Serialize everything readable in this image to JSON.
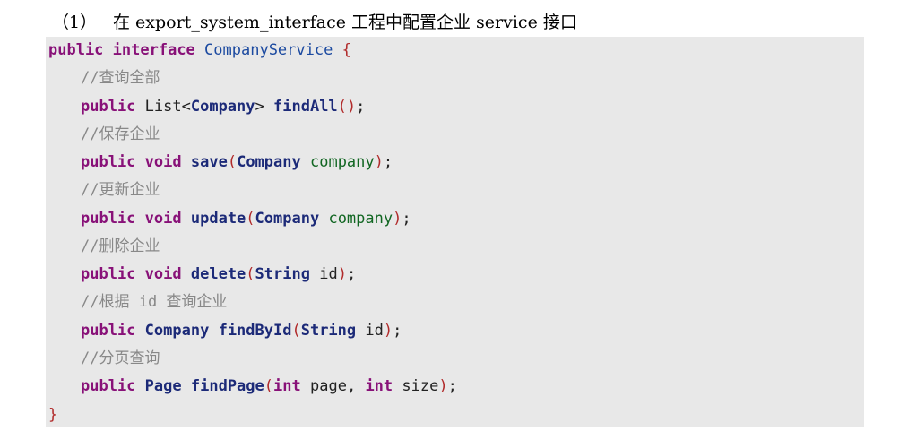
{
  "heading": {
    "number": "（1）",
    "text": "在 export_system_interface 工程中配置企业 service 接口"
  },
  "code": {
    "line1": {
      "kw1": "public",
      "kw2": "interface",
      "name": "CompanyService",
      "brace": "{"
    },
    "comment1": "//查询全部",
    "line2": {
      "kw": "public",
      "type_open": "List<",
      "type": "Company",
      "type_close": ">",
      "fn": "findAll",
      "po": "(",
      "pc": ")",
      "semi": ";"
    },
    "comment2": "//保存企业",
    "line3": {
      "kw1": "public",
      "kw2": "void",
      "fn": "save",
      "po": "(",
      "ptype": "Company",
      "pname": "company",
      "pc": ")",
      "semi": ";"
    },
    "comment3": "//更新企业",
    "line4": {
      "kw1": "public",
      "kw2": "void",
      "fn": "update",
      "po": "(",
      "ptype": "Company",
      "pname": "company",
      "pc": ")",
      "semi": ";"
    },
    "comment4": "//删除企业",
    "line5": {
      "kw1": "public",
      "kw2": "void",
      "fn": "delete",
      "po": "(",
      "ptype": "String",
      "pname": "id",
      "pc": ")",
      "semi": ";"
    },
    "comment5": "//根据 id 查询企业",
    "line6": {
      "kw": "public",
      "type": "Company",
      "fn": "findById",
      "po": "(",
      "ptype": "String",
      "pname": "id",
      "pc": ")",
      "semi": ";"
    },
    "comment6": "//分页查询",
    "line7": {
      "kw": "public",
      "type": "Page",
      "fn": "findPage",
      "po": "(",
      "t1": "int",
      "p1": "page",
      "comma": ",",
      "t2": "int",
      "p2": "size",
      "pc": ")",
      "semi": ";"
    },
    "close_brace": "}"
  }
}
